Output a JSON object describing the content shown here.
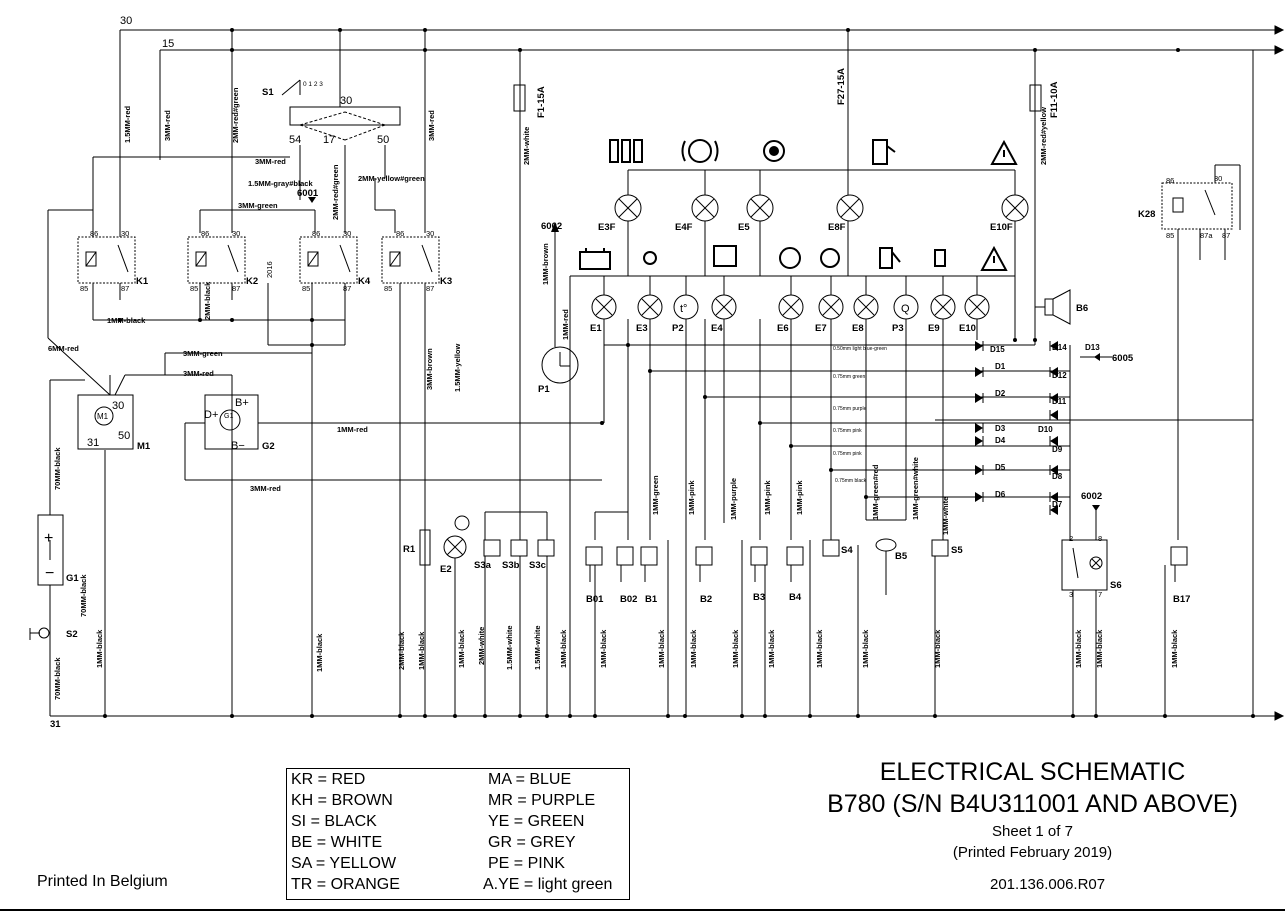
{
  "buses": {
    "top_30": "30",
    "top_15": "15",
    "ground_31": "31"
  },
  "fuses": [
    "F1-15A",
    "F27-15A",
    "F11-10A"
  ],
  "relays": [
    "K1",
    "K2",
    "K4",
    "K3",
    "K28"
  ],
  "relay_pins": {
    "p86": "86",
    "p30": "30",
    "p85": "85",
    "p87": "87",
    "p87a": "87a"
  },
  "switch_s1": {
    "label": "S1",
    "p30": "30",
    "p54": "54",
    "p17": "17",
    "p50": "50",
    "pos": "0 1 2 3"
  },
  "connector_6001": "6001",
  "connector_6002": "6002",
  "connector_6005": "6005",
  "motor": {
    "label": "M1",
    "inner": "M1",
    "p30": "30",
    "p31": "31",
    "p50": "50"
  },
  "alternator": {
    "label": "G2",
    "inner": "G1",
    "dplus": "D+",
    "bplus": "B+",
    "bminus": "B−"
  },
  "battery": {
    "label": "G1",
    "plus": "+",
    "minus": "−"
  },
  "s2": "S2",
  "indicator_row1": [
    "E3F",
    "E4F",
    "E5",
    "E8F",
    "E10F"
  ],
  "indicator_row2": [
    "E1",
    "E3",
    "P2",
    "E4",
    "E6",
    "E7",
    "E8",
    "P3",
    "E9",
    "E10"
  ],
  "gauge_p2_symbol": "t°",
  "gauge_p3_symbol": "Q",
  "clock_p1": "P1",
  "buzzer": "B6",
  "diodes_left": [
    "D15",
    "D1",
    "D2",
    "D3",
    "D4",
    "D5",
    "D6"
  ],
  "diodes_right": [
    "D14",
    "D13",
    "D12",
    "D11",
    "D10",
    "D9",
    "D8",
    "D7"
  ],
  "sensors": [
    "B01",
    "B02",
    "B1",
    "B2",
    "B3",
    "B4",
    "B17"
  ],
  "switches_small": [
    "S4",
    "S5",
    "S3a",
    "S3b",
    "S3c"
  ],
  "r1": "R1",
  "e2": "E2",
  "b5": "B5",
  "s6": "S6",
  "s6_pins": {
    "p2": "2",
    "p8": "8",
    "p3": "3",
    "p7": "7"
  },
  "wires": {
    "w_15red": "1.5MM-red",
    "w_3red": "3MM-red",
    "w_2redgreen": "2MM-red#green",
    "w_3red_h": "3MM-red",
    "w_3red_v": "3MM-red",
    "w_15grayblack": "1.5MM-gray#black",
    "w_3green": "3MM-green",
    "w_2redgreen_b": "2MM-red#green",
    "w_2yellowgreen": "2MM-yellow#green",
    "w_2white": "2MM-white",
    "w_2redyellow": "2MM-red#yellow",
    "w_1brown": "1MM-brown",
    "w_1red_v": "1MM-red",
    "w_1black_h": "1MM-black",
    "w_2black_k2": "2MM-black",
    "w_2016": "2016",
    "w_6red": "6MM-red",
    "w_3green_m": "3MM-green",
    "w_3red_m": "3MM-red",
    "w_1red_h": "1MM-red",
    "w_3red_b": "3MM-red",
    "w_3brown": "3MM-brown",
    "w_15yellow": "1.5MM-yellow",
    "w_70black_a": "70MM-black",
    "w_70black_b": "70MM-black",
    "w_70black_c": "70MM-black",
    "w_1green": "1MM-green",
    "w_1pink_a": "1MM-pink",
    "w_1purple": "1MM-purple",
    "w_1pink_b": "1MM-pink",
    "w_1pink_c": "1MM-pink",
    "w_1greenred": "1MM-green#red",
    "w_1greenwhite": "1MM-green#white",
    "w_1white": "1MM-white",
    "w_050": "0.50mm light blue-green",
    "w_075g": "0.75mm green",
    "w_075p": "0.75mm purple",
    "w_075pink1": "0.75mm pink",
    "w_075pink2": "0.75mm pink",
    "w_075black": "0.75mm black",
    "g_1black_m": "1MM-black",
    "g_1black_k4": "1MM-black",
    "g_2black": "2MM-black",
    "g_1black_k3": "1MM-black",
    "g_1black_e2": "1MM-black",
    "g_2white": "2MM-white",
    "g_15white_a": "1.5MM-white",
    "g_15white_b": "1.5MM-white",
    "g_1black_p1": "1MM-black",
    "g_1black_b01": "1MM-black",
    "g_1black_b1": "1MM-black",
    "g_1black_b2": "1MM-black",
    "g_1black_b3a": "1MM-black",
    "g_1black_b3b": "1MM-black",
    "g_1black_b4": "1MM-black",
    "g_1black_b5": "1MM-black",
    "g_1black_s5": "1MM-black",
    "g_1black_s6a": "1MM-black",
    "g_1black_s6b": "1MM-black",
    "g_1black_b17": "1MM-black"
  },
  "legend": [
    [
      "KR = RED",
      "MA = BLUE"
    ],
    [
      "KH = BROWN",
      "MR = PURPLE"
    ],
    [
      "SI = BLACK",
      "YE = GREEN"
    ],
    [
      "BE = WHITE",
      "GR = GREY"
    ],
    [
      "SA = YELLOW",
      "PE = PINK"
    ],
    [
      "TR = ORANGE",
      "A.YE = light green"
    ]
  ],
  "title": {
    "main": "ELECTRICAL SCHEMATIC",
    "model": "B780 (S/N B4U311001 AND ABOVE)",
    "sheet": "Sheet 1 of  7",
    "printed": "(Printed February 2019)",
    "docnum": "201.136.006.R07"
  },
  "footer": {
    "printed_in": "Printed In Belgium"
  }
}
